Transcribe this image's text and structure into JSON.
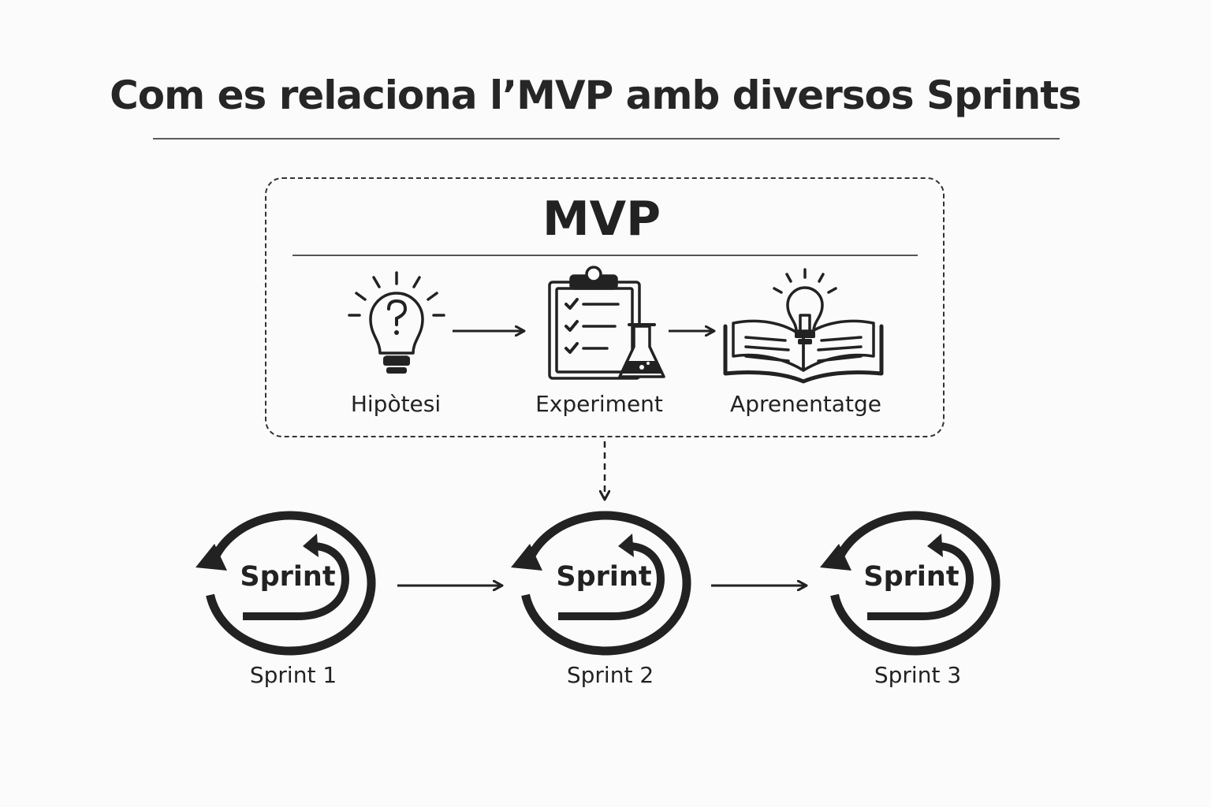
{
  "title": "Com es relaciona l’MVP amb diversos Sprints",
  "mvp": {
    "heading": "MVP",
    "steps": [
      {
        "label": "Hipòtesi",
        "icon": "lightbulb-question-icon"
      },
      {
        "label": "Experiment",
        "icon": "clipboard-flask-icon"
      },
      {
        "label": "Aprenentatge",
        "icon": "book-lightbulb-icon"
      }
    ]
  },
  "sprints": [
    {
      "inner": "Sprint",
      "label": "Sprint 1",
      "icon": "sprint-cycle-icon"
    },
    {
      "inner": "Sprint",
      "label": "Sprint 2",
      "icon": "sprint-cycle-icon"
    },
    {
      "inner": "Sprint",
      "label": "Sprint 3",
      "icon": "sprint-cycle-icon"
    }
  ],
  "colors": {
    "ink": "#222222",
    "background": "#fcfbfc"
  }
}
